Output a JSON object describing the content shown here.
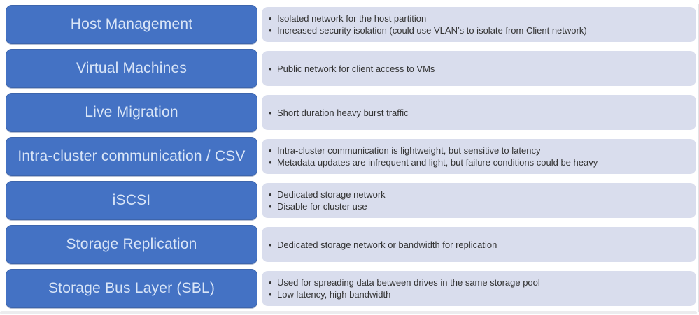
{
  "colors": {
    "box_fill": "#4472C4",
    "box_border": "#3D65AC",
    "box_text": "#D9E5F7",
    "panel_bg": "#D9DDED",
    "bullet_text": "#333333",
    "footer_bar": "#ECECEE",
    "edge_line": "#E2E2E6"
  },
  "rows": [
    {
      "label": "Host Management",
      "bullets": [
        "Isolated network for the host partition",
        "Increased security isolation (could use VLAN’s to isolate from Client network)"
      ]
    },
    {
      "label": "Virtual Machines",
      "bullets": [
        "Public network for client access to VMs"
      ]
    },
    {
      "label": "Live Migration",
      "bullets": [
        "Short duration heavy burst traffic"
      ]
    },
    {
      "label": "Intra-cluster communication / CSV",
      "bullets": [
        "Intra-cluster communication is lightweight, but sensitive to latency",
        "Metadata updates are infrequent and light, but failure conditions could be heavy"
      ]
    },
    {
      "label": "iSCSI",
      "bullets": [
        "Dedicated storage network",
        "Disable for cluster use"
      ]
    },
    {
      "label": "Storage Replication",
      "bullets": [
        "Dedicated storage network or bandwidth for replication"
      ]
    },
    {
      "label": "Storage Bus Layer (SBL)",
      "bullets": [
        "Used for spreading data between drives in the same storage pool",
        "Low latency, high bandwidth"
      ]
    }
  ]
}
